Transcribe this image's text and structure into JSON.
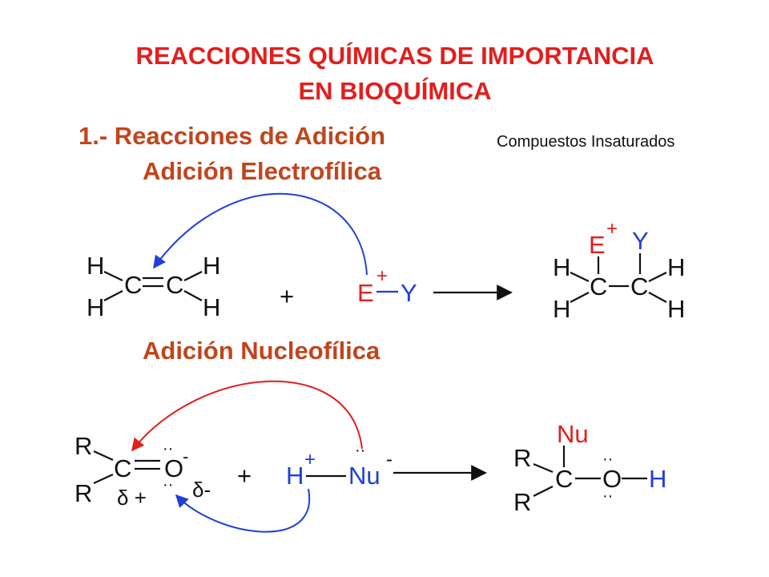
{
  "title_line1": "REACCIONES QUÍMICAS DE IMPORTANCIA",
  "title_line2": "EN BIOQUÍMICA",
  "section1": "1.- Reacciones de Adición",
  "subsection_electrophilic": "Adición Electrofílica",
  "note": "Compuestos Insaturados",
  "subsection_nucleophilic": "Adición Nucleofílica",
  "colors": {
    "title": "#e31e1e",
    "section": "#c0451d",
    "electrophile": "#e31e1e",
    "blue": "#1f3fd8",
    "black": "#111111"
  },
  "reaction1": {
    "atom_h": "H",
    "atom_c": "C",
    "plus": "+",
    "electrophile": "E",
    "leaving": "Y",
    "charge_plus": "+"
  },
  "reaction2": {
    "atom_r": "R",
    "atom_c": "C",
    "atom_o": "O",
    "charge_minus": "-",
    "delta_plus": "δ +",
    "delta_minus": "δ-",
    "plus": "+",
    "atom_h": "H",
    "charge_plus": "+",
    "nucleophile": "Nu",
    "lone_pair": "··"
  }
}
